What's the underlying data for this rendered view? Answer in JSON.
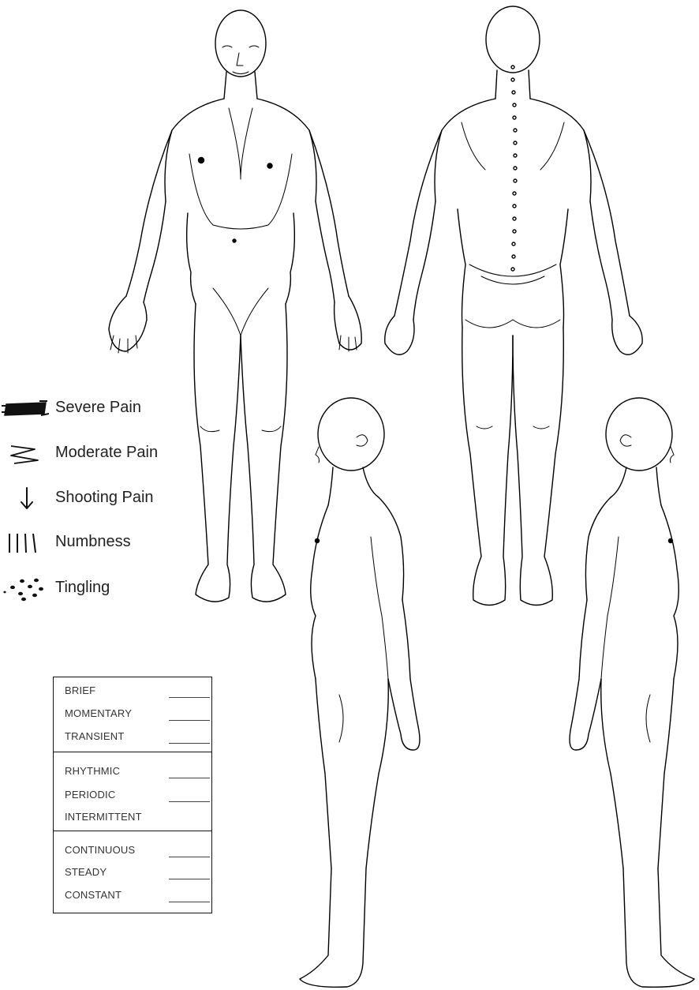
{
  "legend": [
    {
      "symbol": "severe-pain-icon",
      "label": "Severe Pain"
    },
    {
      "symbol": "moderate-pain-icon",
      "label": "Moderate Pain"
    },
    {
      "symbol": "shooting-pain-icon",
      "label": "Shooting Pain"
    },
    {
      "symbol": "numbness-icon",
      "label": "Numbness"
    },
    {
      "symbol": "tingling-icon",
      "label": "Tingling"
    }
  ],
  "duration_groups": [
    {
      "items": [
        {
          "label": "BRIEF",
          "blank": true
        },
        {
          "label": "MOMENTARY",
          "blank": true
        },
        {
          "label": "TRANSIENT",
          "blank": true
        }
      ]
    },
    {
      "items": [
        {
          "label": "RHYTHMIC",
          "blank": true
        },
        {
          "label": "PERIODIC",
          "blank": true
        },
        {
          "label": "INTERMITTENT",
          "blank": false
        }
      ]
    },
    {
      "items": [
        {
          "label": "CONTINUOUS",
          "blank": true
        },
        {
          "label": "STEADY",
          "blank": true
        },
        {
          "label": "CONSTANT",
          "blank": true
        }
      ]
    }
  ]
}
